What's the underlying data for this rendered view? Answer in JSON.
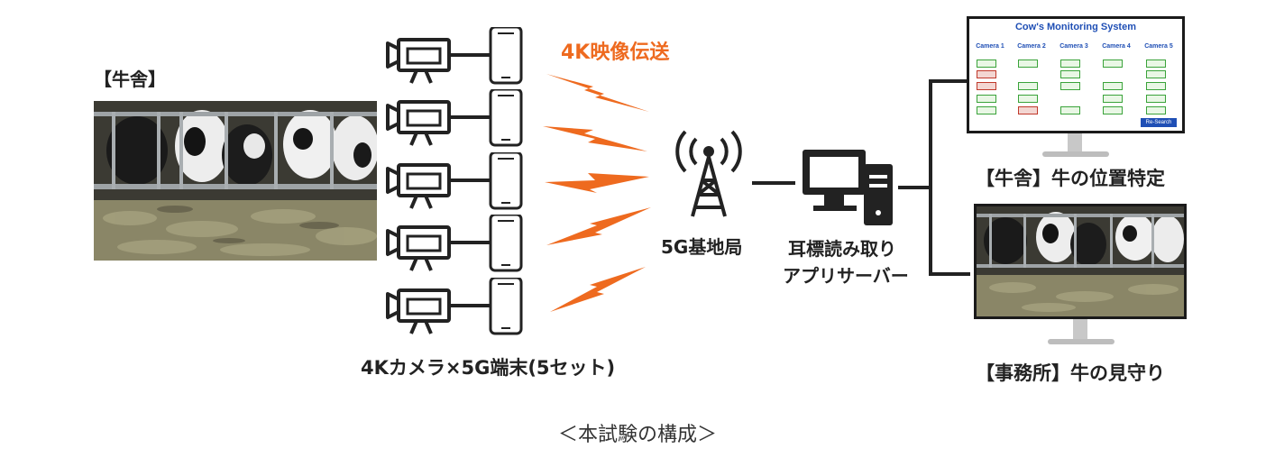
{
  "labels": {
    "barn_title": "【牛舎】",
    "transmission": "4K映像伝送",
    "base_station": "5G基地局",
    "server_line1": "耳標読み取り",
    "server_line2": "アプリサーバー",
    "camera_set": "4Kカメラ×5G端末(5セット)",
    "monitor_top_caption": "【牛舎】牛の位置特定",
    "monitor_bottom_caption": "【事務所】牛の見守り",
    "figure_caption": "＜本試験の構成＞"
  },
  "monitoring_system": {
    "title": "Cow's Monitoring System",
    "cameras": [
      "Camera 1",
      "Camera 2",
      "Camera 3",
      "Camera 4",
      "Camera 5"
    ],
    "search_button": "Re-Search"
  },
  "colors": {
    "orange": "#ee6a1f",
    "line": "#222222",
    "title_blue": "#1f4fb5"
  },
  "icons": {
    "camera": "video-camera-icon",
    "phone": "smartphone-icon",
    "bolt": "lightning-bolt-icon",
    "tower": "antenna-tower-icon",
    "server": "desktop-server-icon"
  }
}
